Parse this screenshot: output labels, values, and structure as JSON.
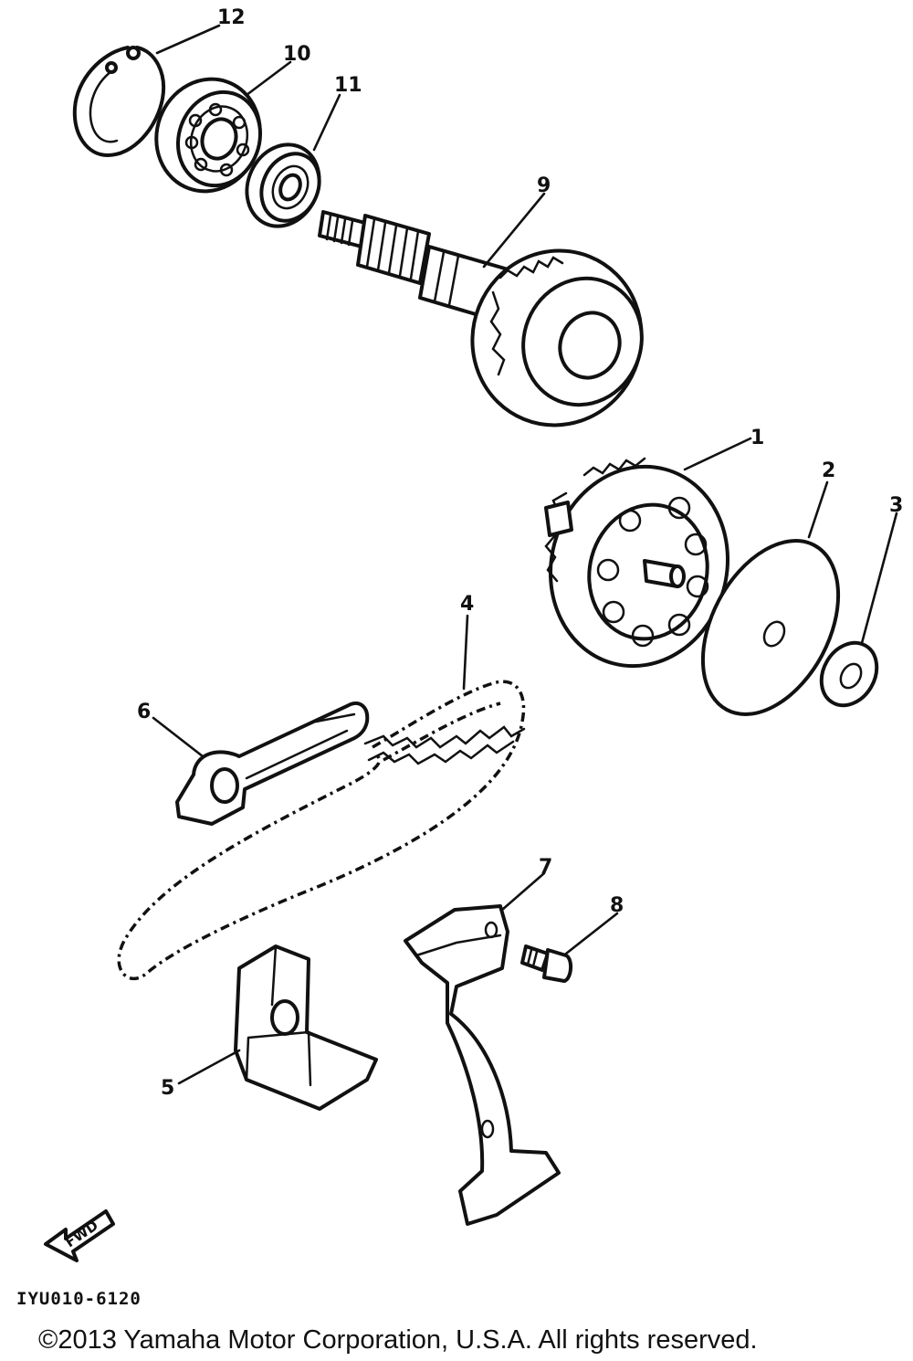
{
  "callouts": {
    "p1": "1",
    "p2": "2",
    "p3": "3",
    "p4": "4",
    "p5": "5",
    "p6": "6",
    "p7": "7",
    "p8": "8",
    "p9": "9",
    "p10": "10",
    "p11": "11",
    "p12": "12"
  },
  "fwd_label": "FWD",
  "reference_code": "IYU010-6120",
  "copyright": "©2013 Yamaha Motor Corporation, U.S.A. All rights reserved."
}
